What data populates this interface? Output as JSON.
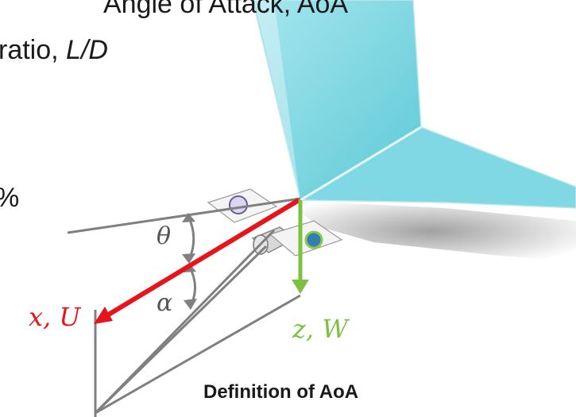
{
  "text": {
    "top_line": "Angle of Attack, AoA",
    "ratio_prefix": "ratio, ",
    "ratio_italic": "L/D",
    "percent": "%"
  },
  "labels": {
    "theta": "θ",
    "alpha": "α",
    "x_u": "x, U",
    "z_w": "z, W"
  },
  "caption": "Definition of AoA",
  "colors": {
    "wing": "#7fd8e3",
    "x_axis": "#e8141b",
    "z_axis": "#7dc142",
    "lines": "#808080"
  }
}
